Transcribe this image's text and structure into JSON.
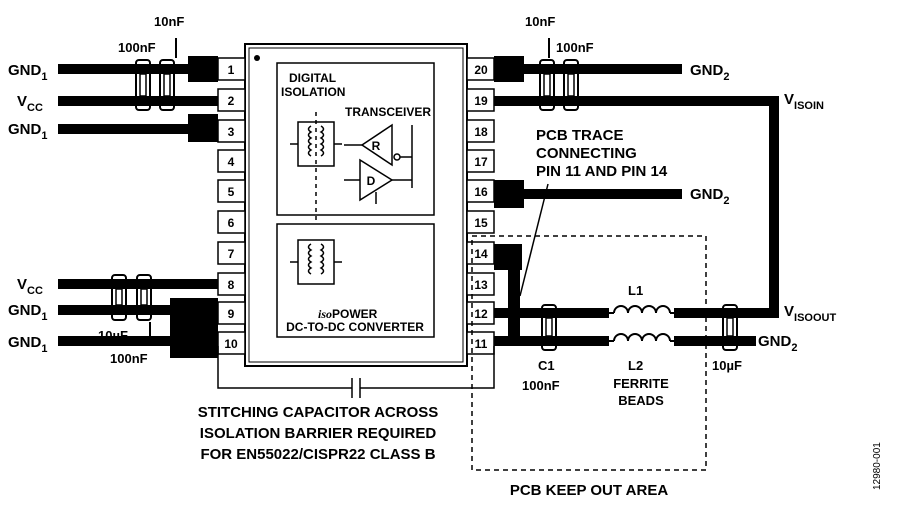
{
  "pins_left": [
    "1",
    "2",
    "3",
    "4",
    "5",
    "6",
    "7",
    "8",
    "9",
    "10"
  ],
  "pins_right": [
    "20",
    "19",
    "18",
    "17",
    "16",
    "15",
    "14",
    "13",
    "12",
    "11"
  ],
  "nets": {
    "gnd1_a": {
      "base": "GND",
      "sub": "1"
    },
    "vcc_a": {
      "base": "V",
      "sub": "CC"
    },
    "gnd1_b": {
      "base": "GND",
      "sub": "1"
    },
    "vcc_b": {
      "base": "V",
      "sub": "CC"
    },
    "gnd1_c": {
      "base": "GND",
      "sub": "1"
    },
    "gnd1_d": {
      "base": "GND",
      "sub": "1"
    },
    "gnd2_a": {
      "base": "GND",
      "sub": "2"
    },
    "visoin": {
      "base": "V",
      "sub": "ISOIN"
    },
    "gnd2_b": {
      "base": "GND",
      "sub": "2"
    },
    "visoout": {
      "base": "V",
      "sub": "ISOOUT"
    },
    "gnd2_c": {
      "base": "GND",
      "sub": "2"
    }
  },
  "cap_labels": {
    "top_left_10nf": "10nF",
    "top_left_100nf": "100nF",
    "top_right_10nf": "10nF",
    "top_right_100nf": "100nF",
    "bot_left_10uf": "10µF",
    "bot_left_100nf": "100nF",
    "c1_name": "C1",
    "c1_value": "100nF",
    "out_10uf": "10µF"
  },
  "inductors": {
    "l1": "L1",
    "l2": "L2"
  },
  "ferrite": [
    "FERRITE",
    "BEADS"
  ],
  "chip": {
    "digital_isolation": [
      "DIGITAL",
      "ISOLATION"
    ],
    "transceiver": "TRANSCEIVER",
    "r_label": "R",
    "d_label": "D",
    "iso_prefix": "iso",
    "power_label": "POWER",
    "dcdc": "DC-TO-DC CONVERTER"
  },
  "pcb_trace_note": [
    "PCB TRACE",
    "CONNECTING",
    "PIN 11 AND PIN 14"
  ],
  "stitching_note": [
    "STITCHING CAPACITOR ACROSS",
    "ISOLATION BARRIER REQUIRED",
    "FOR EN55022/CISPR22 CLASS B"
  ],
  "keepout_label": "PCB KEEP OUT AREA",
  "figure_id": "12980-001"
}
